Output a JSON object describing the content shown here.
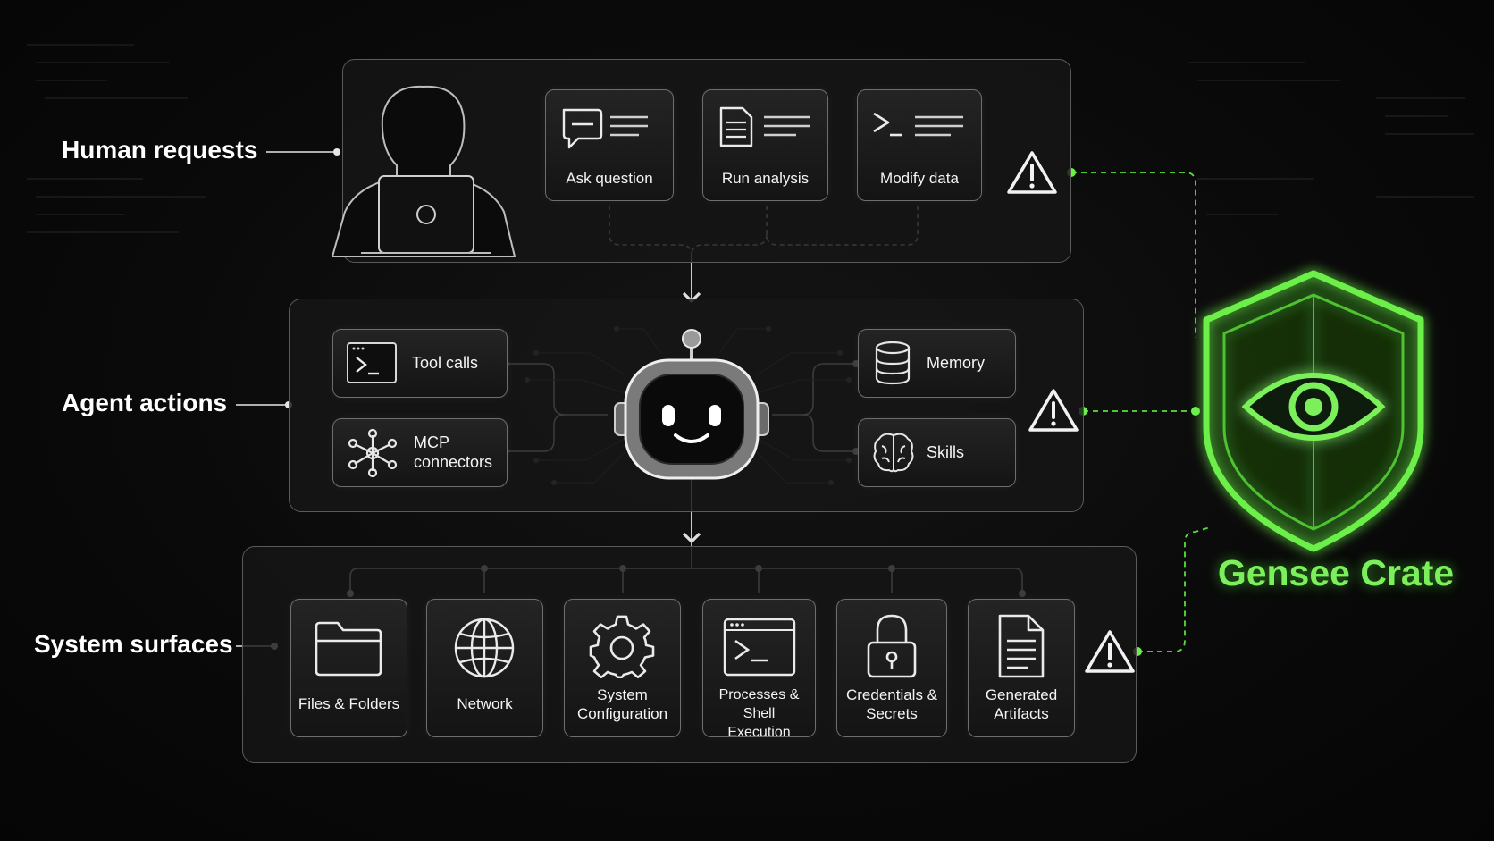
{
  "layers": {
    "human_requests": "Human requests",
    "agent_actions": "Agent actions",
    "system_surfaces": "System surfaces"
  },
  "human_request_cards": {
    "ask_question": "Ask question",
    "run_analysis": "Run analysis",
    "modify_data": "Modify data"
  },
  "agent_action_cards": {
    "tool_calls": "Tool calls",
    "mcp_connectors": "MCP\nconnectors",
    "memory": "Memory",
    "skills": "Skills"
  },
  "system_surface_cards": {
    "files": "Files & Folders",
    "network": "Network",
    "system_config": "System\nConfiguration",
    "processes": "Processes & Shell\nExecution",
    "credentials": "Credentials &\nSecrets",
    "artifacts": "Generated\nArtifacts"
  },
  "brand": {
    "name": "Gensee Crate"
  },
  "colors": {
    "accent_green": "#6cf04a",
    "line_gray": "#8a8a8a",
    "background": "#0a0a0a"
  },
  "icons": {
    "warning": "warning-triangle-icon",
    "shield": "shield-eye-icon",
    "robot": "robot-icon"
  }
}
